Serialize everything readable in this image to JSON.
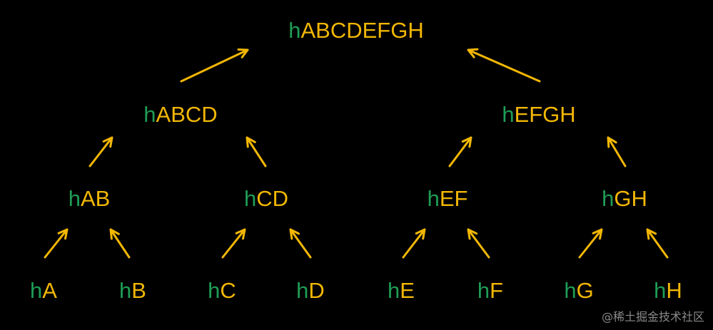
{
  "diagram": {
    "nodes": [
      {
        "id": "root",
        "prefix": "h",
        "label": "ABCDEFGH"
      },
      {
        "id": "abcd",
        "prefix": "h",
        "label": "ABCD"
      },
      {
        "id": "efgh",
        "prefix": "h",
        "label": "EFGH"
      },
      {
        "id": "ab",
        "prefix": "h",
        "label": "AB"
      },
      {
        "id": "cd",
        "prefix": "h",
        "label": "CD"
      },
      {
        "id": "ef",
        "prefix": "h",
        "label": "EF"
      },
      {
        "id": "gh",
        "prefix": "h",
        "label": "GH"
      },
      {
        "id": "a",
        "prefix": "h",
        "label": "A"
      },
      {
        "id": "b",
        "prefix": "h",
        "label": "B"
      },
      {
        "id": "c",
        "prefix": "h",
        "label": "C"
      },
      {
        "id": "d",
        "prefix": "h",
        "label": "D"
      },
      {
        "id": "e",
        "prefix": "h",
        "label": "E"
      },
      {
        "id": "f",
        "prefix": "h",
        "label": "F"
      },
      {
        "id": "g",
        "prefix": "h",
        "label": "G"
      },
      {
        "id": "h",
        "prefix": "h",
        "label": "H"
      }
    ],
    "edges": [
      {
        "from": "abcd",
        "to": "root"
      },
      {
        "from": "efgh",
        "to": "root"
      },
      {
        "from": "ab",
        "to": "abcd"
      },
      {
        "from": "cd",
        "to": "abcd"
      },
      {
        "from": "ef",
        "to": "efgh"
      },
      {
        "from": "gh",
        "to": "efgh"
      },
      {
        "from": "a",
        "to": "ab"
      },
      {
        "from": "b",
        "to": "ab"
      },
      {
        "from": "c",
        "to": "cd"
      },
      {
        "from": "d",
        "to": "cd"
      },
      {
        "from": "e",
        "to": "ef"
      },
      {
        "from": "f",
        "to": "ef"
      },
      {
        "from": "g",
        "to": "gh"
      },
      {
        "from": "h",
        "to": "gh"
      }
    ]
  },
  "colors": {
    "prefix": "#1f9d55",
    "label": "#f2b705",
    "arrow": "#f2b705",
    "background": "#000000"
  },
  "watermark": "@稀土掘金技术社区"
}
